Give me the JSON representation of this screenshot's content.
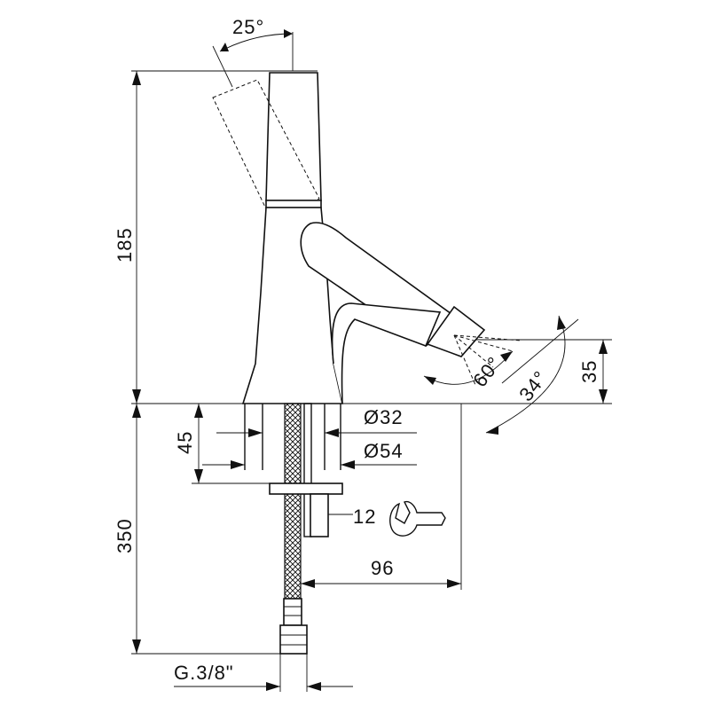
{
  "colors": {
    "line": "#111111",
    "background": "#ffffff"
  },
  "dimensions": {
    "lever_angle": "25°",
    "height_top": "185",
    "spout_angle": "60°",
    "spout_tilt": "34°",
    "spout_height": "35",
    "base_height": "45",
    "diameter_small": "Ø32",
    "diameter_large": "Ø54",
    "spanner": "12",
    "underside_length": "350",
    "reach": "96",
    "thread": "G.3/8\""
  }
}
